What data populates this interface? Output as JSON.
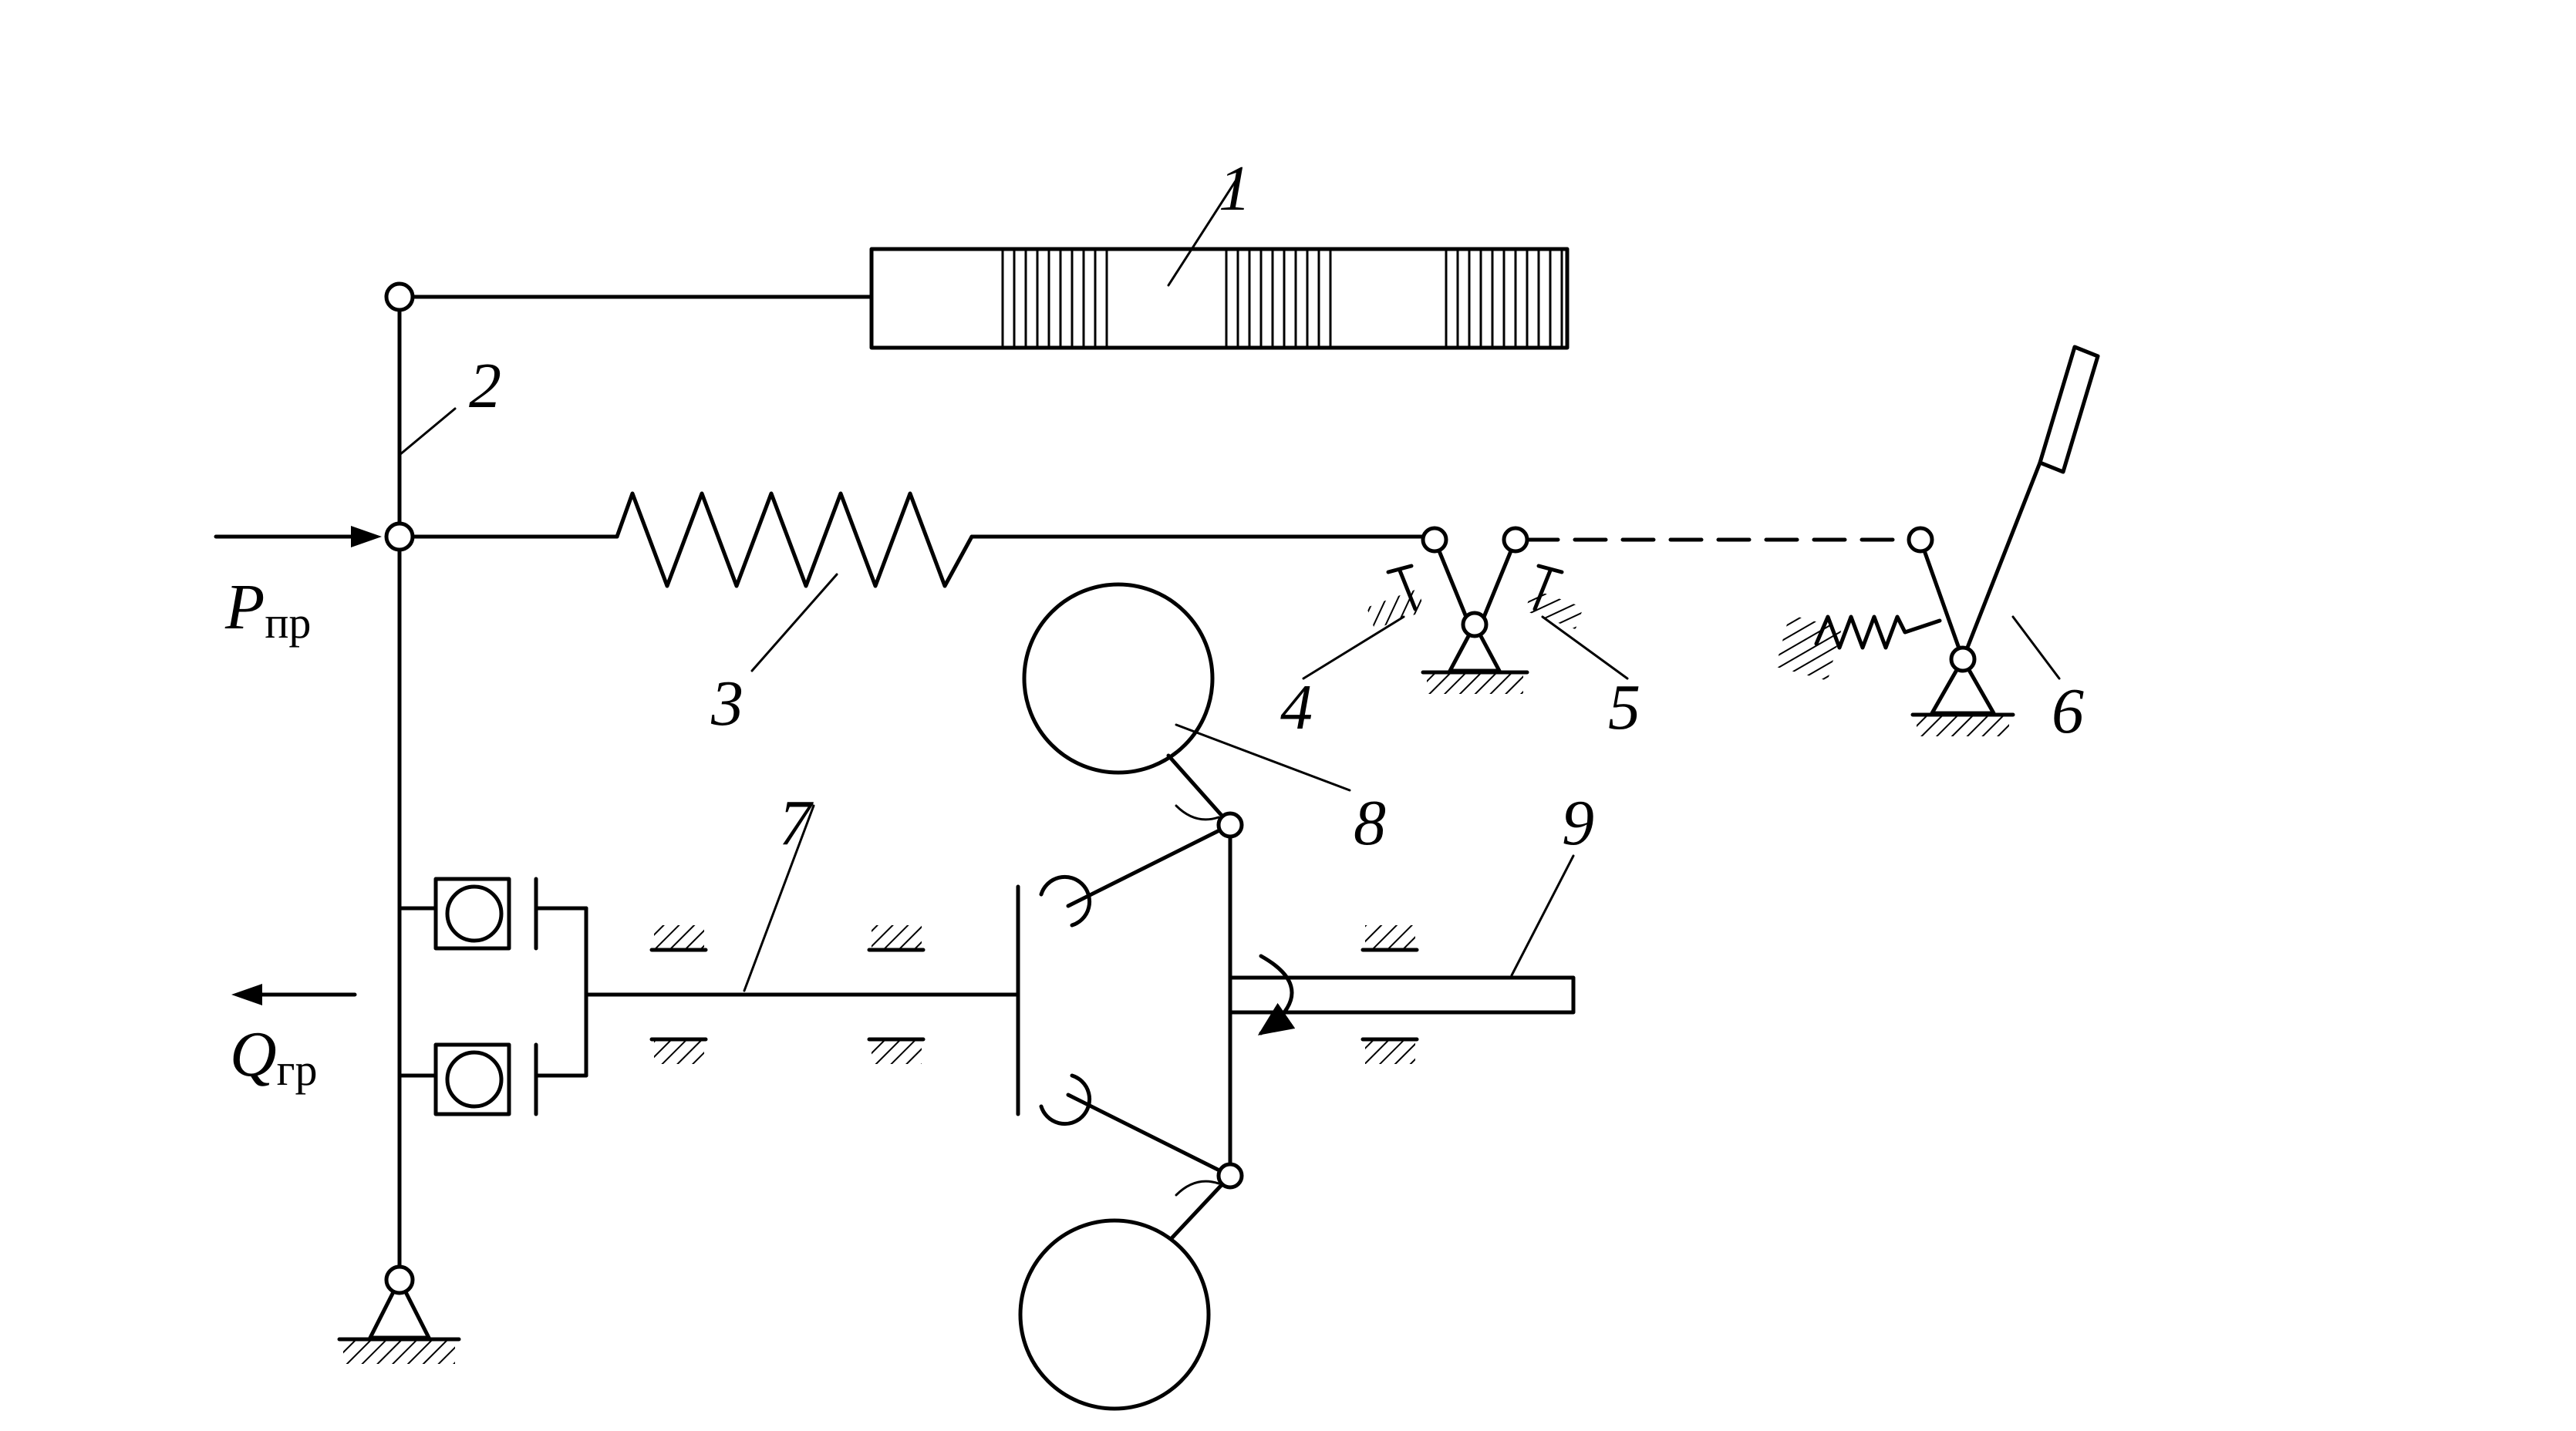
{
  "labels": {
    "p1": "1",
    "p2": "2",
    "p3": "3",
    "p4": "4",
    "p5": "5",
    "p6": "6",
    "p7": "7",
    "p8": "8",
    "p9": "9"
  },
  "forces": {
    "p_main": "P",
    "p_sub": "пр",
    "q_main": "Q",
    "q_sub": "гр"
  }
}
